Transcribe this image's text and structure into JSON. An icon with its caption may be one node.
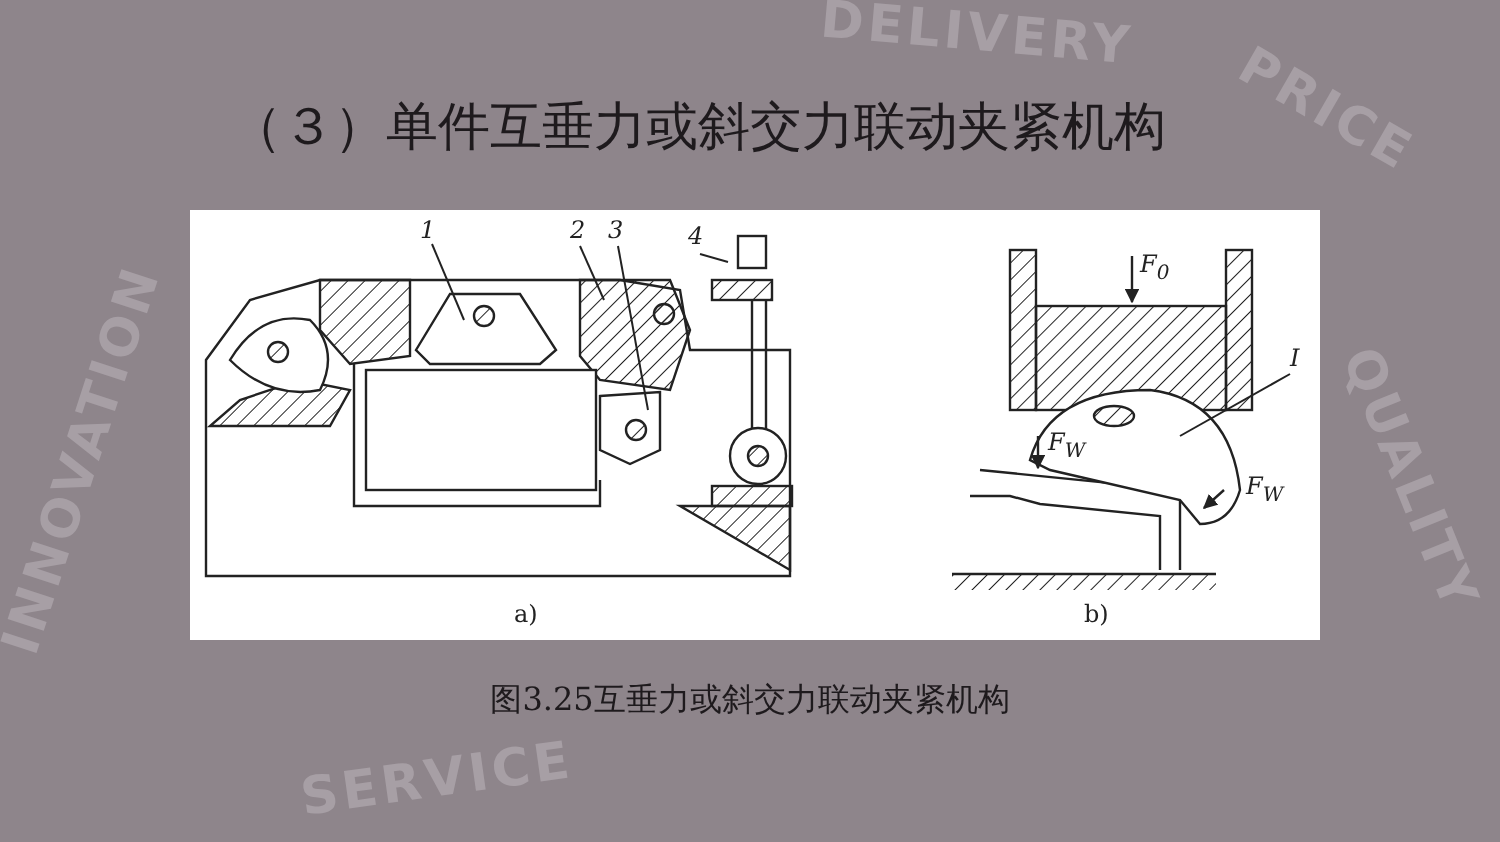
{
  "diagram": {
    "title": "（３）单件互垂力或斜交力联动夹紧机构",
    "caption": "图3.25互垂力或斜交力联动夹紧机构",
    "nodes": [
      {
        "text": [
          "1"
        ]
      },
      {
        "text": [
          "2"
        ]
      },
      {
        "text": [
          "3"
        ]
      },
      {
        "text": [
          "4"
        ]
      },
      {
        "text": [
          "I"
        ]
      },
      {
        "text": [],
        "shape": "picture"
      }
    ],
    "edges": [
      {
        "from": 0,
        "to": null,
        "arrow": "none"
      },
      {
        "from": 1,
        "to": null,
        "arrow": "none"
      },
      {
        "from": 2,
        "to": null,
        "arrow": "none"
      },
      {
        "from": 3,
        "to": null,
        "arrow": "none"
      },
      {
        "from": 4,
        "to": 5,
        "arrow": "none"
      }
    ],
    "labels": [
      "a)",
      "F$_{0}$",
      "F$_{W}$",
      "F$_{W}$",
      "b)",
      "INNOVATION",
      "DELIVERY",
      "PRICE",
      "QUALITY",
      "SERVICE"
    ]
  }
}
